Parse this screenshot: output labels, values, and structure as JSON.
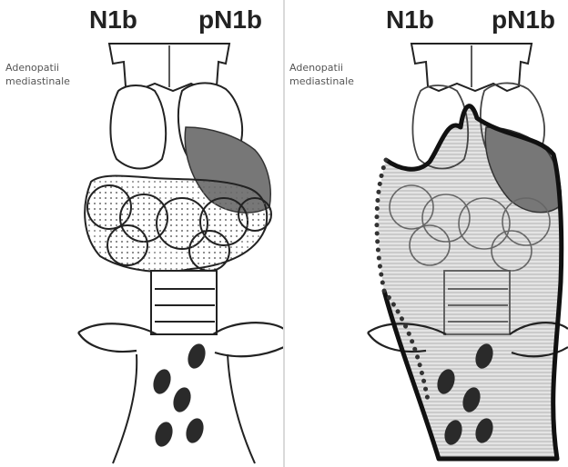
{
  "left_panel": {
    "label_n": "N1b",
    "label_pn": "pN1b",
    "side_note_line1": "Adenopatii",
    "side_note_line2": "mediastinale"
  },
  "right_panel": {
    "label_n": "N1b",
    "label_pn": "pN1b",
    "side_note_line1": "Adenopatii",
    "side_note_line2": "mediastinale"
  },
  "colors": {
    "line": "#222222",
    "shaded_region": "#777777",
    "highlight_fill": "#cfcfcf",
    "lymph_node": "#2a2a2a"
  }
}
